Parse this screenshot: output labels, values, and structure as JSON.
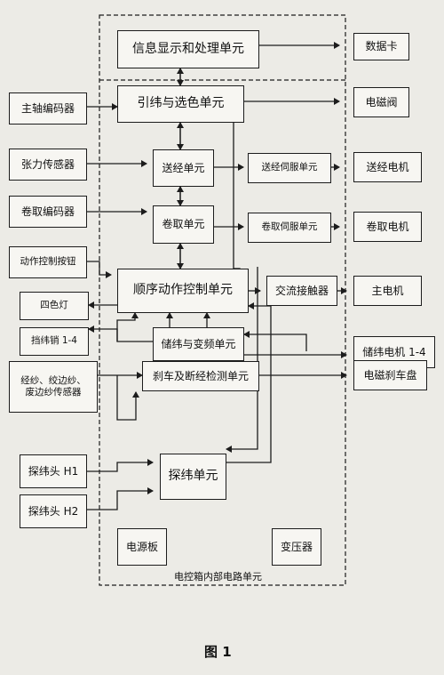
{
  "figure_caption": "图 1",
  "enclosure_label": "电控箱内部电路单元",
  "units": {
    "info_display": "信息显示和处理单元",
    "data_card": "数据卡",
    "spindle_encoder": "主轴编码器",
    "weft_color": "引纬与选色单元",
    "solenoid_valve": "电磁阀",
    "tension_sensor": "张力传感器",
    "let_off": "送经单元",
    "let_off_servo": "送经伺服单元",
    "let_off_motor": "送经电机",
    "takeup_encoder": "卷取编码器",
    "takeup": "卷取单元",
    "takeup_servo": "卷取伺服单元",
    "takeup_motor": "卷取电机",
    "action_buttons": "动作控制按钮",
    "sequence_control": "顺序动作控制单元",
    "ac_contactor": "交流接触器",
    "main_motor": "主电机",
    "four_color_lamp": "四色灯",
    "weft_pin": "挡纬销 1-4",
    "weft_storage": "储纬与变频单元",
    "weft_storage_motor": "储纬电机 1-4",
    "yarn_sensors": "经纱、绞边纱、\n废边纱传感器",
    "brake_check": "刹车及断经检测单元",
    "brake_disk": "电磁刹车盘",
    "probe_h1": "探纬头 H1",
    "probe_h2": "探纬头 H2",
    "weft_probe": "探纬单元",
    "power_board": "电源板",
    "transformer": "变压器"
  }
}
